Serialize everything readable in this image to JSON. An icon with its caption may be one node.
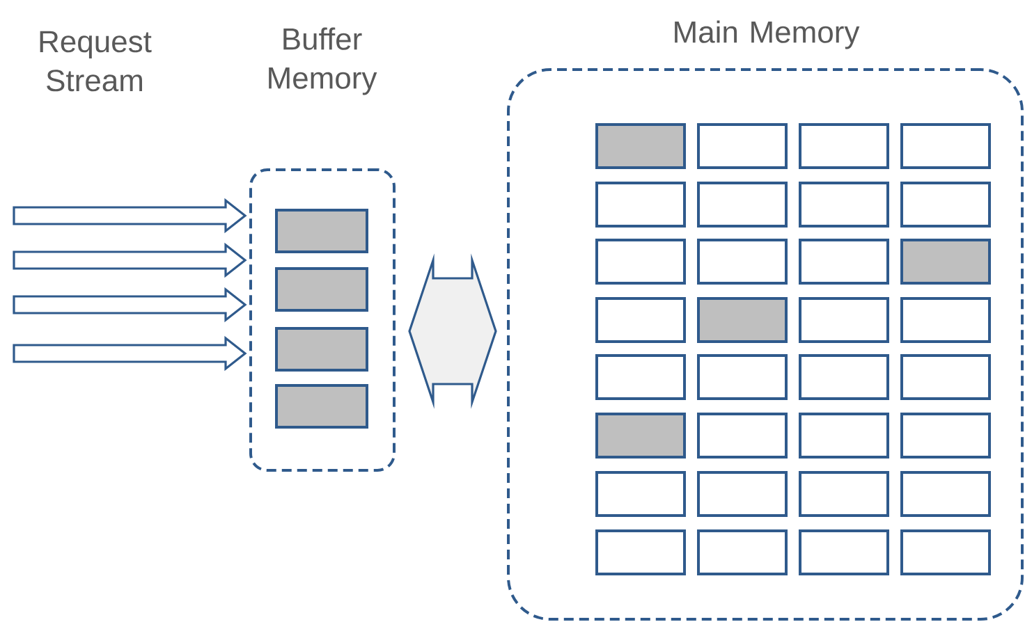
{
  "diagram": {
    "nodes": [
      {
        "text": [
          "Buffer Memory"
        ]
      },
      {
        "text": [],
        "shape": "box",
        "in": 0
      },
      {
        "text": [],
        "shape": "box",
        "in": 0
      },
      {
        "text": [],
        "shape": "box",
        "in": 0
      },
      {
        "text": [],
        "shape": "box",
        "in": 0
      },
      {
        "text": [
          "Main Memory"
        ]
      },
      {
        "text": [],
        "shape": "box",
        "in": 5
      },
      {
        "text": [],
        "shape": "box",
        "in": 5
      },
      {
        "text": [],
        "shape": "box",
        "in": 5
      },
      {
        "text": [],
        "shape": "box",
        "in": 5
      },
      {
        "text": [],
        "shape": "box",
        "in": 5
      },
      {
        "text": [],
        "shape": "box",
        "in": 5
      },
      {
        "text": [],
        "shape": "box",
        "in": 5
      },
      {
        "text": [],
        "shape": "box",
        "in": 5
      },
      {
        "text": [],
        "shape": "box",
        "in": 5
      },
      {
        "text": [],
        "shape": "box",
        "in": 5
      },
      {
        "text": [],
        "shape": "box",
        "in": 5
      },
      {
        "text": [],
        "shape": "box",
        "in": 5
      },
      {
        "text": [],
        "shape": "box",
        "in": 5
      },
      {
        "text": [],
        "shape": "box",
        "in": 5
      },
      {
        "text": [],
        "shape": "box",
        "in": 5
      },
      {
        "text": [],
        "shape": "box",
        "in": 5
      },
      {
        "text": [],
        "shape": "box",
        "in": 5
      },
      {
        "text": [],
        "shape": "box",
        "in": 5
      },
      {
        "text": [],
        "shape": "box",
        "in": 5
      },
      {
        "text": [],
        "shape": "box",
        "in": 5
      },
      {
        "text": [],
        "shape": "box",
        "in": 5
      },
      {
        "text": [],
        "shape": "box",
        "in": 5
      },
      {
        "text": [],
        "shape": "box",
        "in": 5
      },
      {
        "text": [],
        "shape": "box",
        "in": 5
      },
      {
        "text": [],
        "shape": "box",
        "in": 5
      },
      {
        "text": [],
        "shape": "box",
        "in": 5
      },
      {
        "text": [],
        "shape": "box",
        "in": 5
      },
      {
        "text": [],
        "shape": "box",
        "in": 5
      },
      {
        "text": [],
        "shape": "box",
        "in": 5
      },
      {
        "text": [],
        "shape": "box",
        "in": 5
      },
      {
        "text": [],
        "shape": "box",
        "in": 5
      },
      {
        "text": [],
        "shape": "box",
        "in": 5
      }
    ],
    "edges": [
      {
        "from": null,
        "to": 0,
        "arrow": "to"
      },
      {
        "from": null,
        "to": 0,
        "arrow": "to"
      },
      {
        "from": null,
        "to": 0,
        "arrow": "to"
      },
      {
        "from": null,
        "to": 0,
        "arrow": "to"
      },
      {
        "from": 0,
        "to": 5,
        "arrow": "both"
      }
    ],
    "labels": [
      "Request Stream"
    ]
  }
}
